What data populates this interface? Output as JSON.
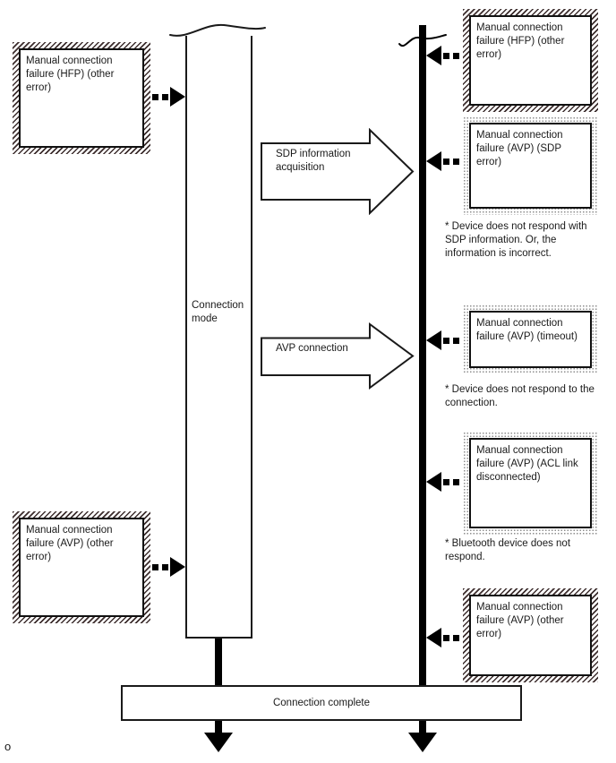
{
  "lifeline": {
    "label": "Connection mode"
  },
  "actions": [
    {
      "label": "SDP information acquisition"
    },
    {
      "label": "AVP connection"
    }
  ],
  "failures": [
    {
      "label": "Manual connection failure (HFP) (other error)"
    },
    {
      "label": "Manual connection failure (AVP) (other error)"
    },
    {
      "label": "Manual connection failure (HFP) (other error)"
    },
    {
      "label": "Manual connection failure (AVP) (SDP error)"
    },
    {
      "label": "Manual connection failure (AVP) (timeout)"
    },
    {
      "label": "Manual connection failure (AVP) (ACL link disconnected)"
    },
    {
      "label": "Manual connection failure (AVP) (other error)"
    }
  ],
  "notes": [
    {
      "text": "* Device does not respond with SDP information. Or, the information is incorrect."
    },
    {
      "text": "* Device does not respond to the connection."
    },
    {
      "text": "* Bluetooth device does not respond."
    }
  ],
  "terminal": {
    "label": "Connection complete"
  },
  "corner_mark": "o",
  "colors": {
    "hatch": "#3d2e2e",
    "dots": "#8f8f8f",
    "ink": "#000000"
  }
}
